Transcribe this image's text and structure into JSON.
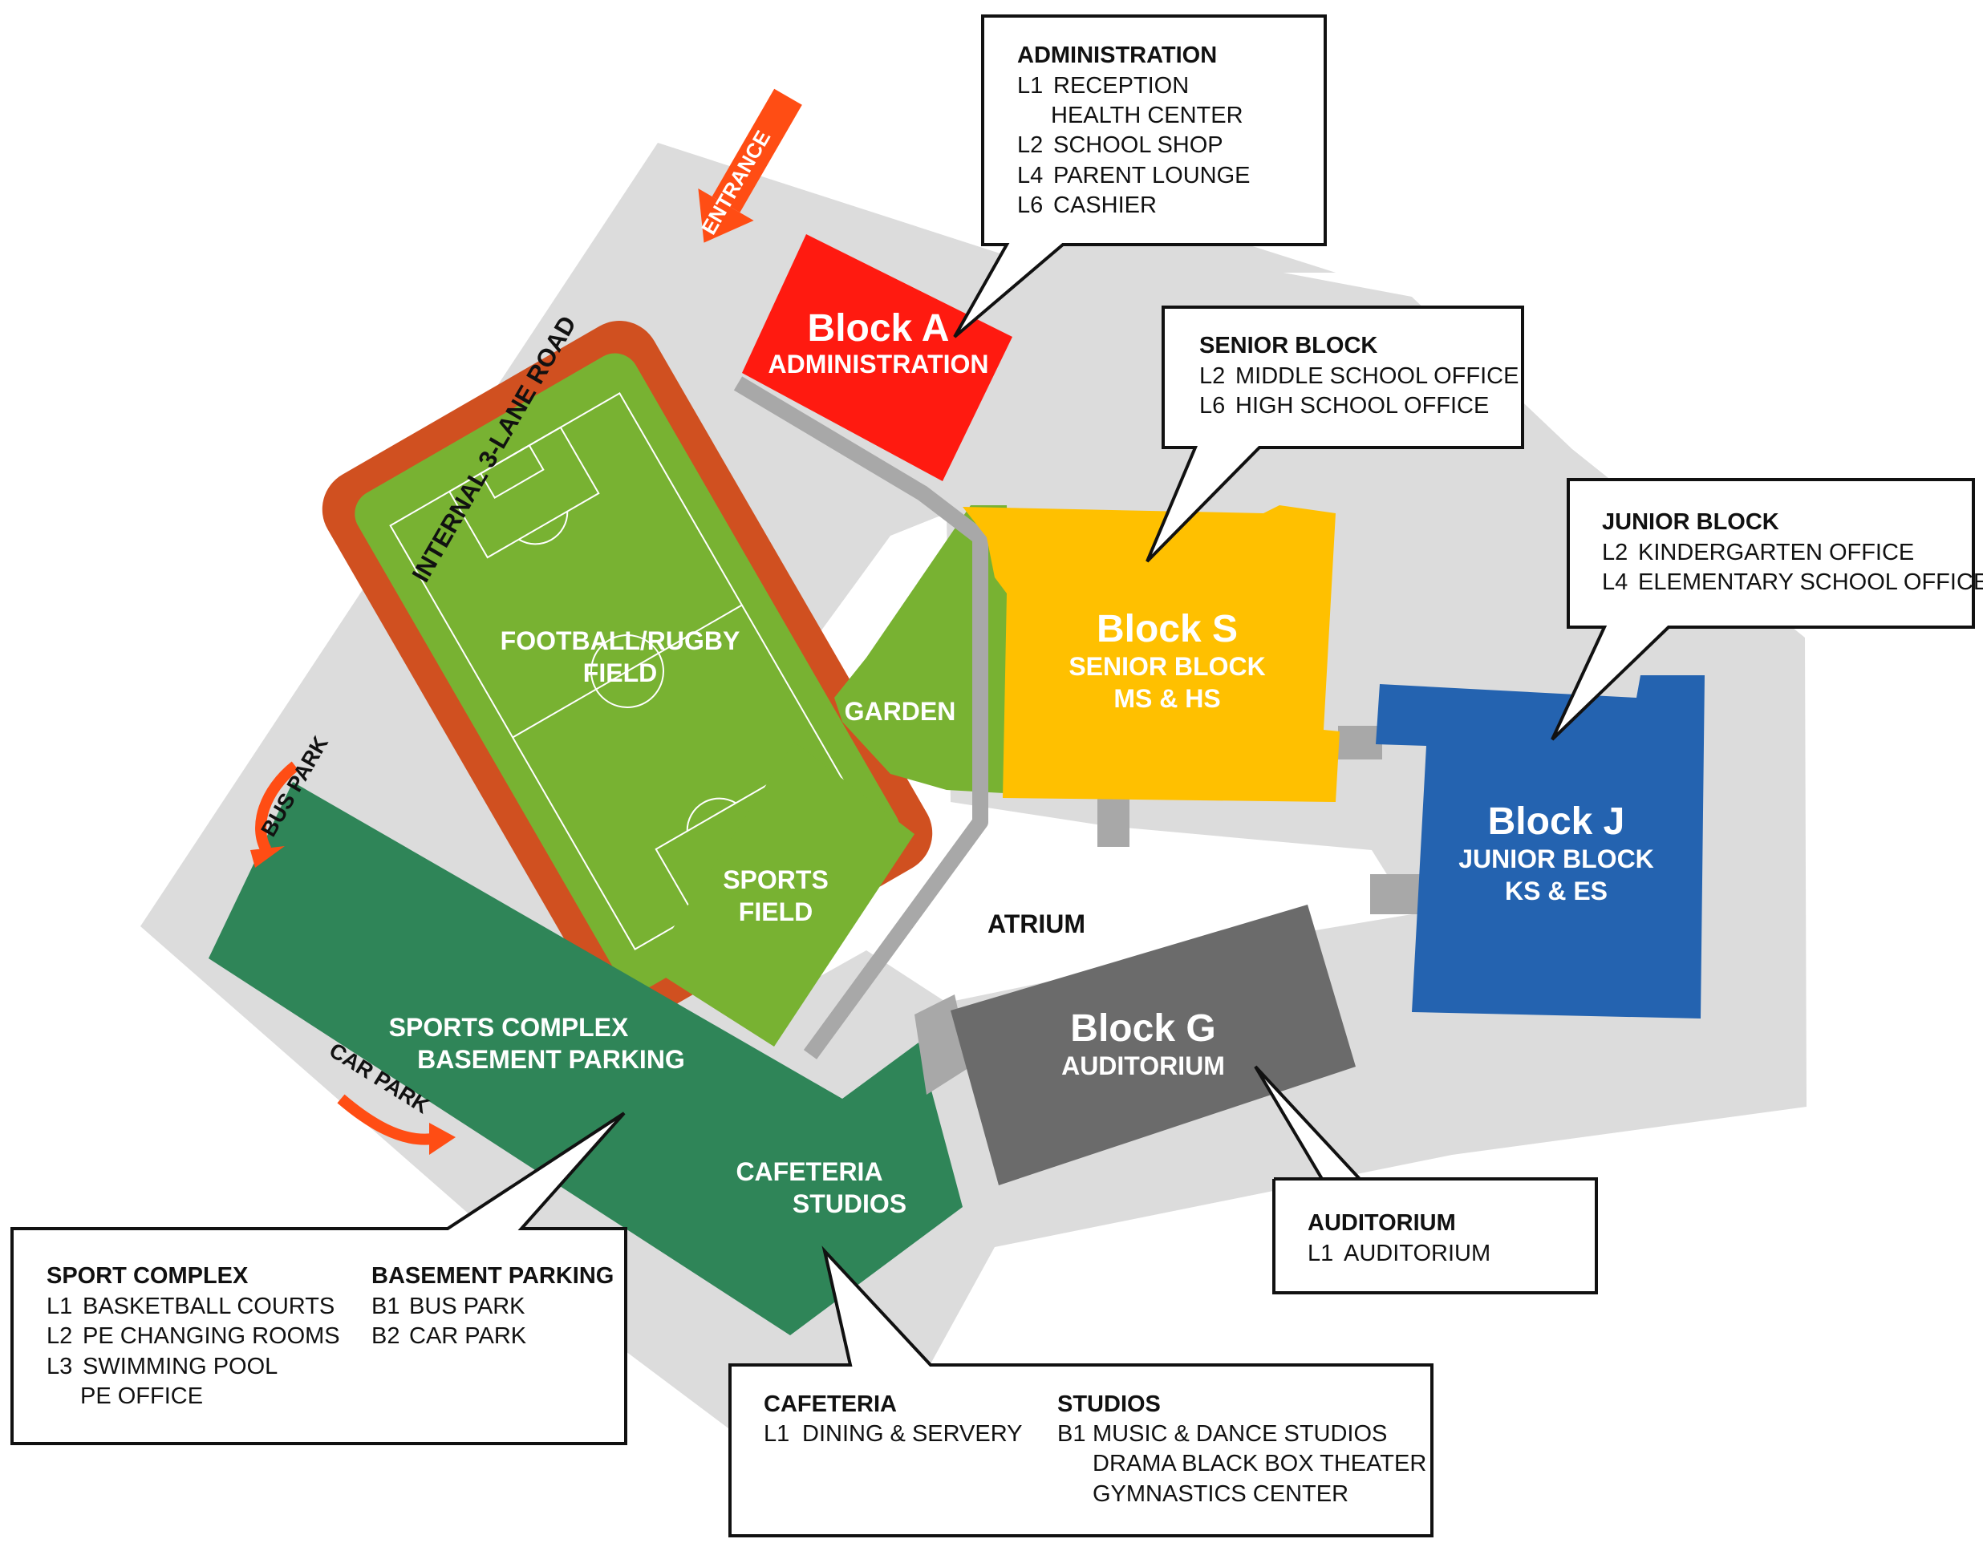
{
  "colors": {
    "ground": "#dcdcdc",
    "path": "#a8a8a8",
    "block_a": "#ff1a10",
    "block_s": "#ffc000",
    "block_j": "#2463b0",
    "block_g": "#6b6b6b",
    "sports_complex": "#2f8558",
    "field": "#78b232",
    "track": "#d05020",
    "arrow": "#ff4d14"
  },
  "map_labels": {
    "entrance": "ENTRANCE",
    "road": "INTERNAL 3-LANE ROAD",
    "bus_park": "BUS PARK",
    "car_park": "CAR PARK",
    "atrium": "ATRIUM",
    "garden": "GARDEN",
    "football_1": "FOOTBALL/RUGBY",
    "football_2": "FIELD",
    "sports_field_1": "SPORTS",
    "sports_field_2": "FIELD",
    "sports_complex_1": "SPORTS COMPLEX",
    "sports_complex_2": "BASEMENT PARKING",
    "cafeteria_1": "CAFETERIA",
    "cafeteria_2": "STUDIOS"
  },
  "blocks": {
    "a": {
      "name": "Block A",
      "sub1": "ADMINISTRATION"
    },
    "s": {
      "name": "Block S",
      "sub1": "SENIOR BLOCK",
      "sub2": "MS & HS"
    },
    "j": {
      "name": "Block J",
      "sub1": "JUNIOR BLOCK",
      "sub2": "KS & ES"
    },
    "g": {
      "name": "Block G",
      "sub1": "AUDITORIUM"
    }
  },
  "callouts": {
    "admin": {
      "title": "ADMINISTRATION",
      "rows": [
        {
          "level": "L1",
          "text": "RECEPTION"
        },
        {
          "level": "",
          "text": "HEALTH CENTER"
        },
        {
          "level": "L2",
          "text": "SCHOOL SHOP"
        },
        {
          "level": "L4",
          "text": "PARENT LOUNGE"
        },
        {
          "level": "L6",
          "text": "CASHIER"
        }
      ]
    },
    "senior": {
      "title": "SENIOR BLOCK",
      "rows": [
        {
          "level": "L2",
          "text": "MIDDLE SCHOOL OFFICE"
        },
        {
          "level": "L6",
          "text": "HIGH SCHOOL OFFICE"
        }
      ]
    },
    "junior": {
      "title": "JUNIOR BLOCK",
      "rows": [
        {
          "level": "L2",
          "text": "KINDERGARTEN OFFICE"
        },
        {
          "level": "L4",
          "text": "ELEMENTARY SCHOOL OFFICE"
        }
      ]
    },
    "auditorium": {
      "title": "AUDITORIUM",
      "rows": [
        {
          "level": "L1",
          "text": "AUDITORIUM"
        }
      ]
    },
    "sport_complex": {
      "title": "SPORT COMPLEX",
      "rows": [
        {
          "level": "L1",
          "text": "BASKETBALL COURTS"
        },
        {
          "level": "L2",
          "text": "PE CHANGING ROOMS"
        },
        {
          "level": "L3",
          "text": "SWIMMING POOL"
        },
        {
          "level": "",
          "text": "PE OFFICE"
        }
      ]
    },
    "basement": {
      "title": "BASEMENT PARKING",
      "rows": [
        {
          "level": "B1",
          "text": "BUS PARK"
        },
        {
          "level": "B2",
          "text": "CAR PARK"
        }
      ]
    },
    "cafeteria": {
      "title": "CAFETERIA",
      "rows": [
        {
          "level": "L1",
          "text": "DINING & SERVERY"
        }
      ]
    },
    "studios": {
      "title": "STUDIOS",
      "rows": [
        {
          "level": "B1",
          "text": "MUSIC & DANCE STUDIOS"
        },
        {
          "level": "",
          "text": "DRAMA BLACK BOX THEATER"
        },
        {
          "level": "",
          "text": "GYMNASTICS CENTER"
        }
      ]
    }
  }
}
